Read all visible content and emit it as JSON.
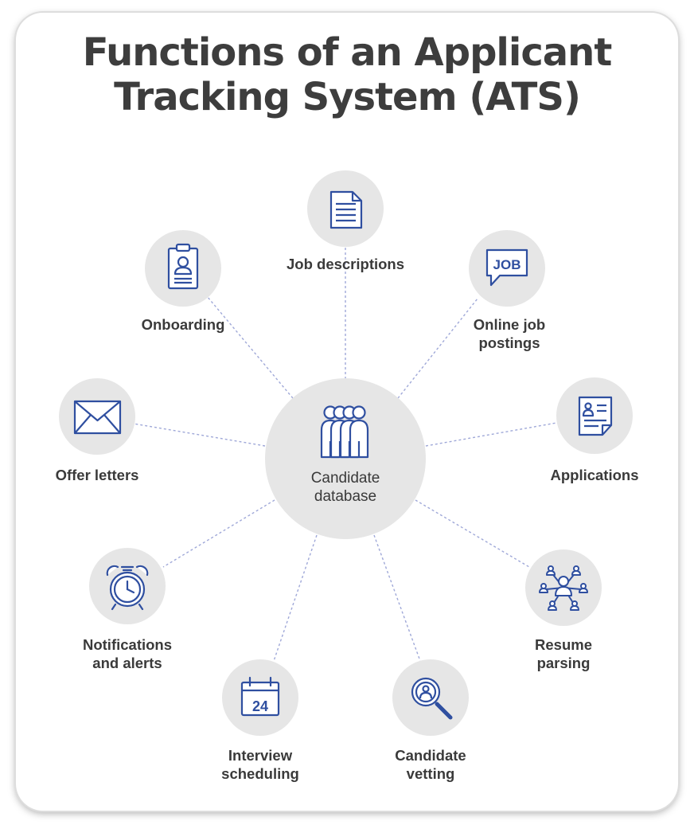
{
  "title": {
    "line1": "Functions of an Applicant",
    "line2": "Tracking System (ATS)"
  },
  "center": {
    "line1": "Candidate",
    "line2": "database",
    "icon": "group-of-people-icon"
  },
  "nodes": [
    {
      "key": "job-descriptions",
      "label": [
        "Job descriptions"
      ],
      "icon": "document-icon"
    },
    {
      "key": "online-job-postings",
      "label": [
        "Online job",
        "postings"
      ],
      "icon": "job-speech-bubble-icon",
      "icon_text": "JOB"
    },
    {
      "key": "applications",
      "label": [
        "Applications"
      ],
      "icon": "application-form-icon"
    },
    {
      "key": "resume-parsing",
      "label": [
        "Resume",
        "parsing"
      ],
      "icon": "network-people-icon"
    },
    {
      "key": "candidate-vetting",
      "label": [
        "Candidate",
        "vetting"
      ],
      "icon": "magnifier-person-icon"
    },
    {
      "key": "interview-scheduling",
      "label": [
        "Interview",
        "scheduling"
      ],
      "icon": "calendar-icon",
      "icon_text": "24"
    },
    {
      "key": "notifications-and-alerts",
      "label": [
        "Notifications",
        "and alerts"
      ],
      "icon": "alarm-clock-icon"
    },
    {
      "key": "offer-letters",
      "label": [
        "Offer letters"
      ],
      "icon": "envelope-icon"
    },
    {
      "key": "onboarding",
      "label": [
        "Onboarding"
      ],
      "icon": "id-badge-icon"
    }
  ],
  "colors": {
    "icon": "#2f4fa0",
    "circle": "#e6e6e6",
    "connector": "#9fa8d8",
    "title": "#3d3d3d",
    "text": "#3a3a3a"
  }
}
